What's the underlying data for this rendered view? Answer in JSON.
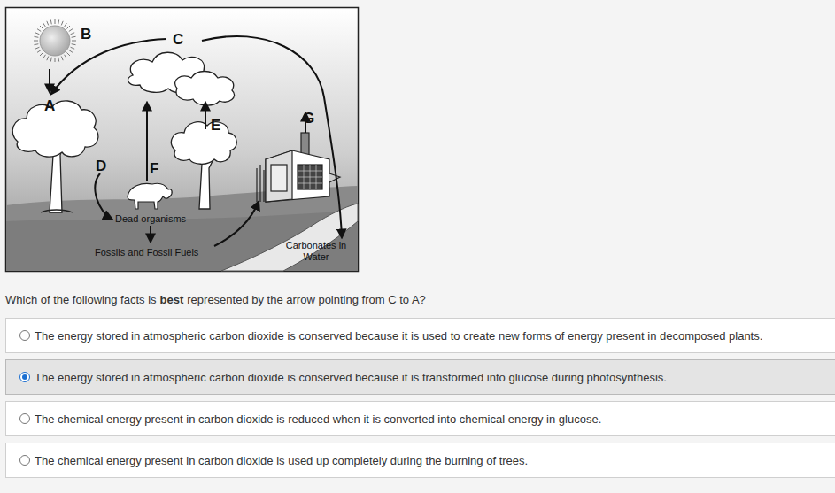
{
  "diagram": {
    "nodes": [
      {
        "text": [
          "The energy stored in atmospheric carbon dioxide is conserved because it is used to create new forms of energy present in decomposed plants."
        ]
      },
      {
        "text": [
          "The energy stored in atmospheric carbon dioxide is conserved because it is transformed into glucose during photosynthesis."
        ]
      },
      {
        "text": [
          "The chemical energy present in carbon dioxide is reduced when it is converted into chemical energy in glucose."
        ]
      },
      {
        "text": [
          "The chemical energy present in carbon dioxide is used up completely during the burning of trees."
        ]
      }
    ],
    "labels": [
      "B",
      "C",
      "A",
      "G",
      "E",
      "D",
      "F",
      "Dead organisms",
      "Fossils and Fossil Fuels",
      "Carbonates in Water",
      "Which of the following facts is",
      "best",
      "represented by the arrow pointing from C to A?"
    ]
  }
}
